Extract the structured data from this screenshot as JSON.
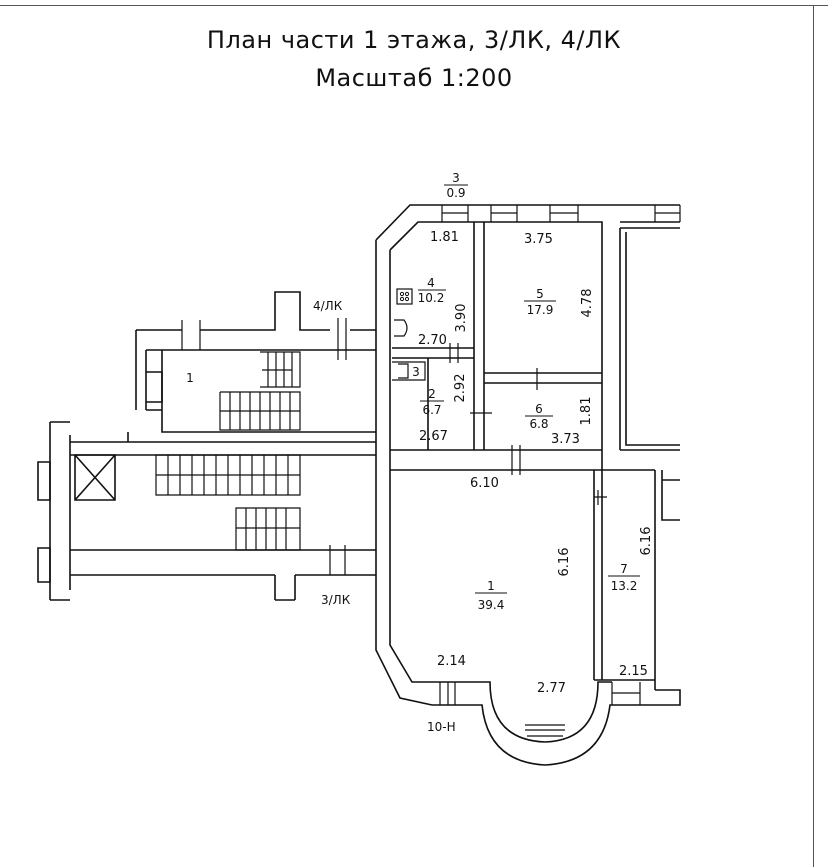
{
  "header": {
    "title": "План части 1 этажа, 3/ЛК, 4/ЛК",
    "scale": "Масштаб 1:200"
  },
  "rooms": [
    {
      "number": "1",
      "area": "39.4"
    },
    {
      "number": "2",
      "area": "6.7"
    },
    {
      "number": "3",
      "area": "0.9"
    },
    {
      "number": "4",
      "area": "10.2"
    },
    {
      "number": "5",
      "area": "17.9"
    },
    {
      "number": "6",
      "area": "6.8"
    },
    {
      "number": "7",
      "area": "13.2"
    }
  ],
  "small_room_3": "3",
  "stair_room_1": "1",
  "dimensions": {
    "d181a": "1.81",
    "d375": "3.75",
    "d390": "3.90",
    "d478": "4.78",
    "d270": "2.70",
    "d292": "2.92",
    "d181b": "1.81",
    "d267": "2.67",
    "d373": "3.73",
    "d610": "6.10",
    "d616a": "6.16",
    "d616b": "6.16",
    "d214": "2.14",
    "d277": "2.77",
    "d215": "2.15"
  },
  "axis_labels": {
    "lk4": "4/ЛК",
    "lk3": "3/ЛК",
    "h10": "10-Н"
  }
}
